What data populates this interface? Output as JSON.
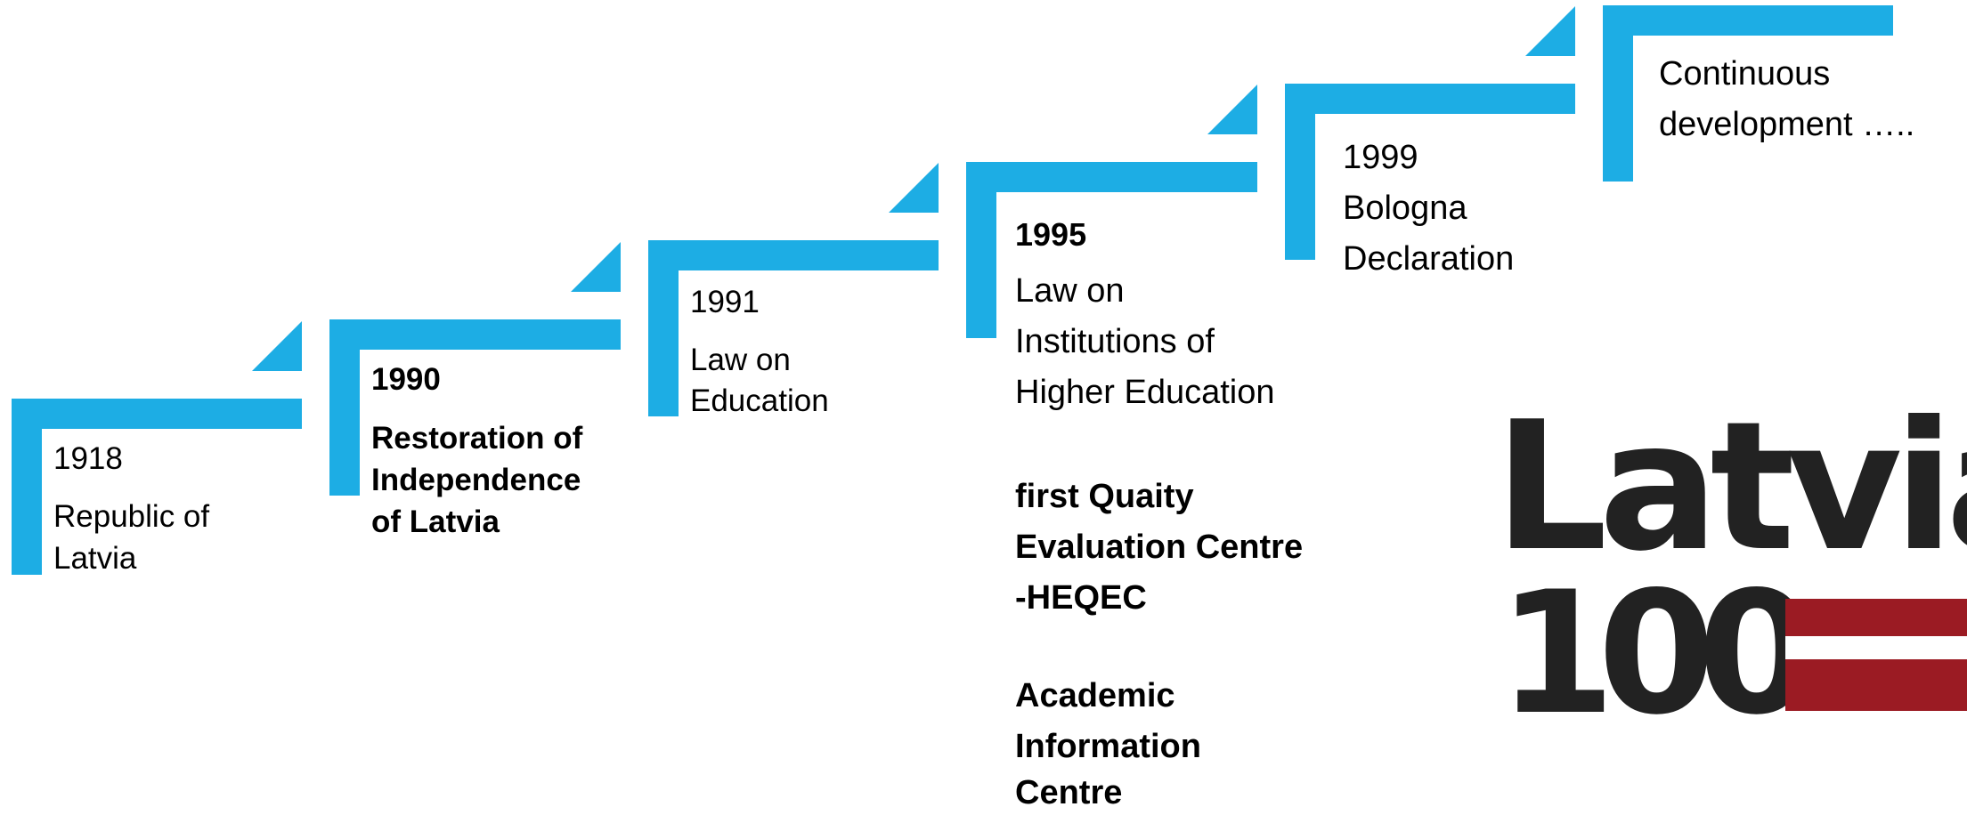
{
  "steps": [
    {
      "year": "1918",
      "lines": [
        "Republic of",
        "Latvia"
      ]
    },
    {
      "year": "1990",
      "lines": [
        "Restoration of",
        "Independence",
        "of Latvia"
      ]
    },
    {
      "year": "1991",
      "lines": [
        "Law on",
        "Education"
      ]
    },
    {
      "year": "1995",
      "lines": [
        "Law on",
        "Institutions of",
        "Higher Education"
      ],
      "extra": [
        [
          "first Quaity",
          "Evaluation Centre",
          "-HEQEC"
        ],
        [
          "Academic",
          "Information",
          "Centre"
        ]
      ]
    },
    {
      "year": "1999",
      "lines": [
        "Bologna",
        "Declaration"
      ]
    },
    {
      "lines": [
        "Continuous",
        "development ….."
      ]
    }
  ],
  "logo": {
    "word": "Latvia",
    "number": "100"
  },
  "colors": {
    "step": "#1DADE4",
    "logo_text": "#222222",
    "flag_red": "#9B1B23",
    "flag_white": "#FFFFFF"
  }
}
